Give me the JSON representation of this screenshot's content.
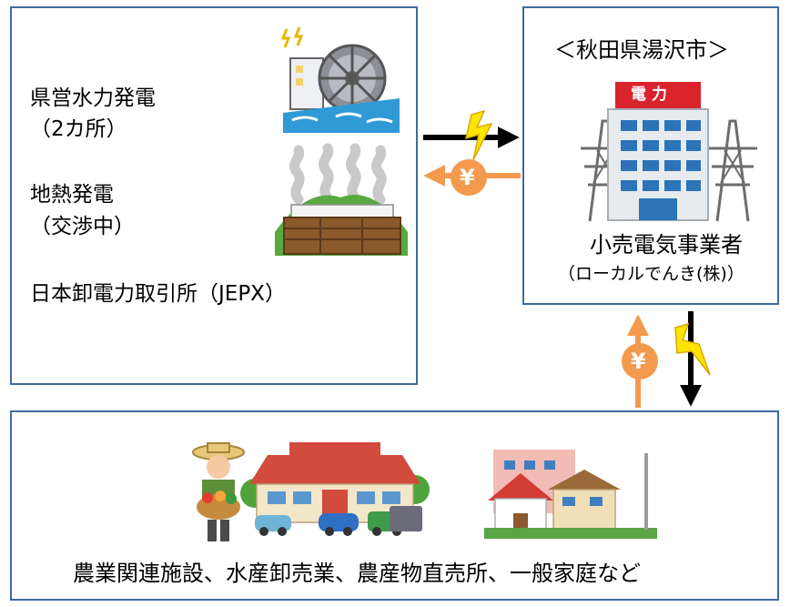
{
  "sources": {
    "hydro_line1": "県営水力発電",
    "hydro_line2": "（2カ所）",
    "geo_line1": "地熱発電",
    "geo_line2": "（交渉中）",
    "jepx": "日本卸電力取引所（JEPX）"
  },
  "retailer": {
    "city": "＜秋田県湯沢市＞",
    "building_sign": "電 力",
    "name": "小売電気事業者",
    "company": "（ローカルでんき(株)）"
  },
  "consumers": {
    "caption": "農業関連施設、水産卸売業、農産物直売所、一般家庭など"
  },
  "flows": {
    "yen_symbol": "¥",
    "colors": {
      "power": "#000000",
      "money": "#f39a4e",
      "bolt": "#ffe400",
      "border": "#3f6aa2"
    }
  },
  "icons": [
    "hydro-plant-icon",
    "geothermal-plant-icon",
    "power-company-building-icon",
    "pylon-icon",
    "farmer-icon",
    "farm-facility-icon",
    "house-icon",
    "lightning-icon",
    "yen-coin-icon"
  ]
}
